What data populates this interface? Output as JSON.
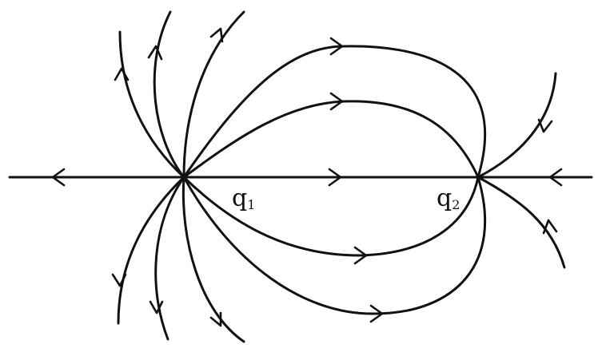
{
  "charges": [
    {
      "id": "q1",
      "symbol": "q",
      "subscript": "1"
    },
    {
      "id": "q2",
      "symbol": "q",
      "subscript": "2"
    }
  ],
  "colors": {
    "ink": "#111111",
    "background": "#ffffff"
  }
}
